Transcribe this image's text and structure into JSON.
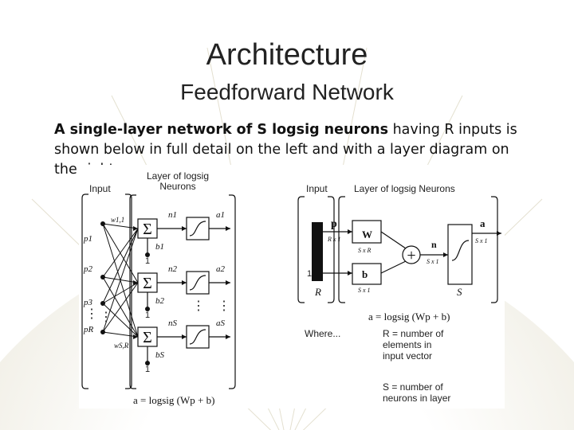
{
  "slide": {
    "title": "Architecture",
    "subtitle": "Feedforward Network",
    "body_bold": "A single-layer network of S logsig neurons",
    "body_rest": " having R inputs is shown below in full detail on the left and with a layer diagram on the right."
  },
  "left_diagram": {
    "input_label": "Input",
    "layer_label_line1": "Layer of logsig",
    "layer_label_line2": "Neurons",
    "inputs": [
      "p1",
      "p2",
      "p3",
      "pR"
    ],
    "weight_top": "w1,1",
    "weight_bottom": "wS,R",
    "net_labels": [
      "n1",
      "n2",
      "nS"
    ],
    "bias_labels": [
      "b1",
      "b2",
      "bS"
    ],
    "output_labels": [
      "a1",
      "a2",
      "aS"
    ],
    "one_label": "1",
    "equation": "a = logsig (Wp + b)"
  },
  "right_diagram": {
    "input_label": "Input",
    "layer_label": "Layer of logsig Neurons",
    "p_label": "p",
    "p_dim": "R x 1",
    "W_label": "W",
    "W_dim": "S x R",
    "b_label": "b",
    "b_dim": "S x 1",
    "n_label": "n",
    "n_dim": "S x 1",
    "a_label": "a",
    "a_dim": "S x 1",
    "one_label": "1",
    "R_label": "R",
    "S_label": "S",
    "equation": "a = logsig (Wp + b)",
    "where_label": "Where...",
    "r_def_1": "R = number of",
    "r_def_2": "elements in",
    "r_def_3": "input vector",
    "s_def_1": "S = number of",
    "s_def_2": "neurons in layer"
  }
}
